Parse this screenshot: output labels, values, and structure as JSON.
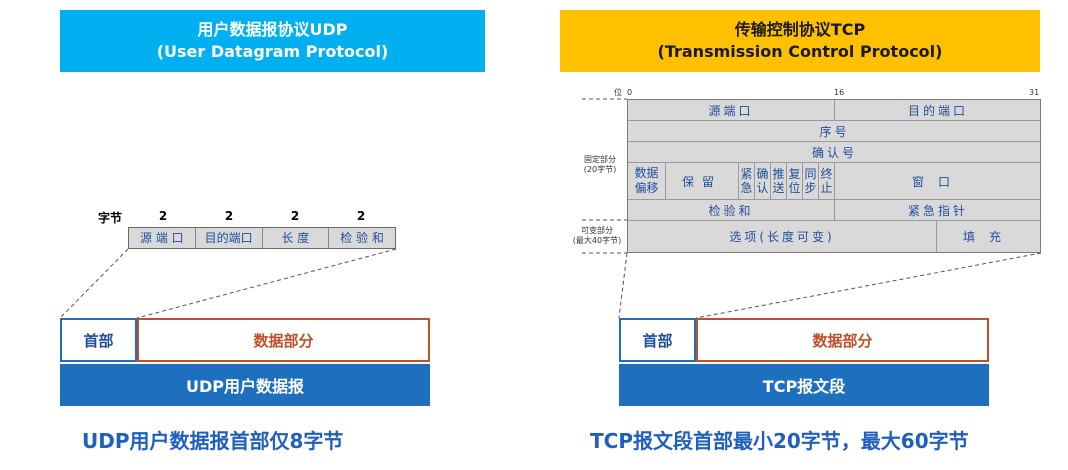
{
  "udp": {
    "title_cn": "用户数据报协议UDP",
    "title_en": "(User Datagram Protocol)",
    "bytes_label": "字节",
    "bytes": [
      "2",
      "2",
      "2",
      "2"
    ],
    "fields": [
      "源 端 口",
      "目的端口",
      "长 度",
      "检 验 和"
    ],
    "header_label": "首部",
    "data_label": "数据部分",
    "bar_label": "UDP用户数据报",
    "caption": "UDP用户数据报首部仅8字节"
  },
  "tcp": {
    "title_cn": "传输控制协议TCP",
    "title_en": "(Transmission Control Protocol)",
    "bit_label": "位",
    "bit_0": "0",
    "bit_16": "16",
    "bit_31": "31",
    "fixed_label": "固定部分\n(20字节)",
    "variable_label": "可变部分\n(最大40字节)",
    "rows": {
      "src_port": "源端口",
      "dst_port": "目的端口",
      "seq": "序号",
      "ack": "确认号",
      "offset": "数据\n偏移",
      "reserved": "保留",
      "flags": [
        "紧急",
        "确认",
        "推送",
        "复位",
        "同步",
        "终止"
      ],
      "window": "窗口",
      "checksum": "检验和",
      "urgent": "紧急指针",
      "options": "选项(长度可变)",
      "padding": "填充"
    },
    "header_label": "首部",
    "data_label": "数据部分",
    "bar_label": "TCP报文段",
    "caption": "TCP报文段首部最小20字节，最大60字节"
  },
  "colors": {
    "udp_banner": "#00b0f0",
    "tcp_banner": "#ffc000",
    "header_blue": "#1f6fbf",
    "data_orange": "#c0502a",
    "caption_blue": "#1f5fbf",
    "table_gray": "#d9d9d9"
  }
}
